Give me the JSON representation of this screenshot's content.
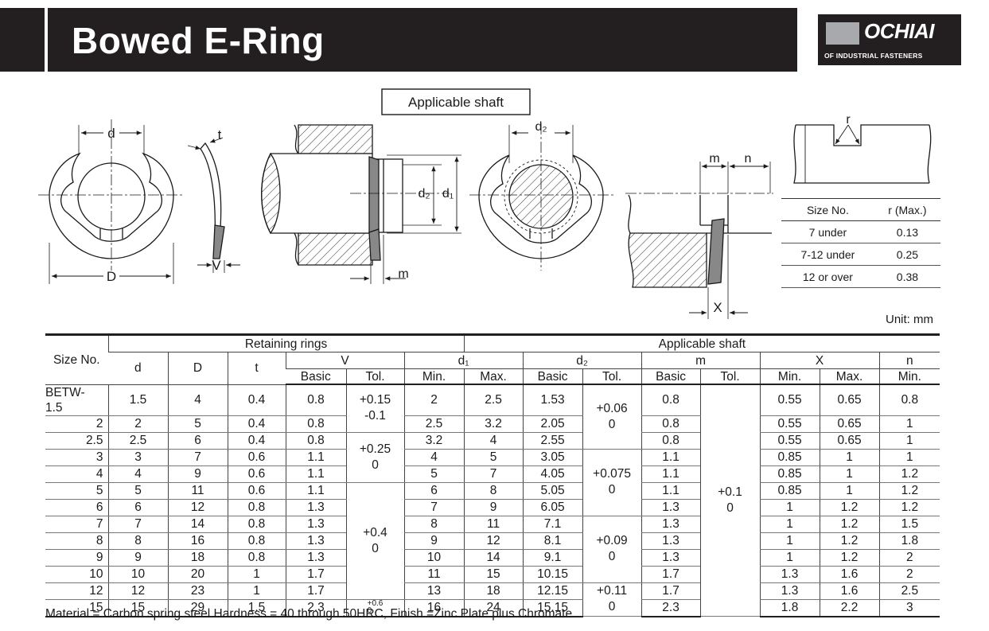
{
  "header": {
    "title": "Bowed E-Ring"
  },
  "logo": {
    "name": "OCHIAI",
    "tagline": "OF INDUSTRIAL FASTENERS"
  },
  "diagram": {
    "box_label": "Applicable shaft",
    "labels": {
      "d": "d",
      "D": "D",
      "t": "t",
      "V": "V",
      "d1": "d₁",
      "d2": "d₂",
      "m": "m",
      "n": "n",
      "X": "X",
      "r": "r"
    }
  },
  "r_table": {
    "headers": [
      "Size No.",
      "r (Max.)"
    ],
    "rows": [
      [
        "7 under",
        "0.13"
      ],
      [
        "7-12 under",
        "0.25"
      ],
      [
        "12 or over",
        "0.38"
      ]
    ]
  },
  "unit": "Unit: mm",
  "table": {
    "h_size": "Size No.",
    "h_retaining": "Retaining rings",
    "h_applicable": "Applicable shaft",
    "h_d": "d",
    "h_D": "D",
    "h_t": "t",
    "h_V": "V",
    "h_d1": "d₁",
    "h_d2": "d₂",
    "h_m": "m",
    "h_X": "X",
    "h_n": "n",
    "basic": "Basic",
    "tol": "Tol.",
    "min": "Min.",
    "max": "Max.",
    "rows": [
      {
        "size": "BETW- 1.5",
        "d": "1.5",
        "D": "4",
        "t": "0.4",
        "v": "0.8",
        "d1min": "2",
        "d1max": "2.5",
        "d2": "1.53",
        "m": "0.8",
        "xmin": "0.55",
        "xmax": "0.65",
        "n": "0.8"
      },
      {
        "size": "2",
        "d": "2",
        "D": "5",
        "t": "0.4",
        "v": "0.8",
        "d1min": "2.5",
        "d1max": "3.2",
        "d2": "2.05",
        "m": "0.8",
        "xmin": "0.55",
        "xmax": "0.65",
        "n": "1"
      },
      {
        "size": "2.5",
        "d": "2.5",
        "D": "6",
        "t": "0.4",
        "v": "0.8",
        "d1min": "3.2",
        "d1max": "4",
        "d2": "2.55",
        "m": "0.8",
        "xmin": "0.55",
        "xmax": "0.65",
        "n": "1"
      },
      {
        "size": "3",
        "d": "3",
        "D": "7",
        "t": "0.6",
        "v": "1.1",
        "d1min": "4",
        "d1max": "5",
        "d2": "3.05",
        "m": "1.1",
        "xmin": "0.85",
        "xmax": "1",
        "n": "1"
      },
      {
        "size": "4",
        "d": "4",
        "D": "9",
        "t": "0.6",
        "v": "1.1",
        "d1min": "5",
        "d1max": "7",
        "d2": "4.05",
        "m": "1.1",
        "xmin": "0.85",
        "xmax": "1",
        "n": "1.2"
      },
      {
        "size": "5",
        "d": "5",
        "D": "11",
        "t": "0.6",
        "v": "1.1",
        "d1min": "6",
        "d1max": "8",
        "d2": "5.05",
        "m": "1.1",
        "xmin": "0.85",
        "xmax": "1",
        "n": "1.2"
      },
      {
        "size": "6",
        "d": "6",
        "D": "12",
        "t": "0.8",
        "v": "1.3",
        "d1min": "7",
        "d1max": "9",
        "d2": "6.05",
        "m": "1.3",
        "xmin": "1",
        "xmax": "1.2",
        "n": "1.2"
      },
      {
        "size": "7",
        "d": "7",
        "D": "14",
        "t": "0.8",
        "v": "1.3",
        "d1min": "8",
        "d1max": "11",
        "d2": "7.1",
        "m": "1.3",
        "xmin": "1",
        "xmax": "1.2",
        "n": "1.5"
      },
      {
        "size": "8",
        "d": "8",
        "D": "16",
        "t": "0.8",
        "v": "1.3",
        "d1min": "9",
        "d1max": "12",
        "d2": "8.1",
        "m": "1.3",
        "xmin": "1",
        "xmax": "1.2",
        "n": "1.8"
      },
      {
        "size": "9",
        "d": "9",
        "D": "18",
        "t": "0.8",
        "v": "1.3",
        "d1min": "10",
        "d1max": "14",
        "d2": "9.1",
        "m": "1.3",
        "xmin": "1",
        "xmax": "1.2",
        "n": "2"
      },
      {
        "size": "10",
        "d": "10",
        "D": "20",
        "t": "1",
        "v": "1.7",
        "d1min": "11",
        "d1max": "15",
        "d2": "10.15",
        "m": "1.7",
        "xmin": "1.3",
        "xmax": "1.6",
        "n": "2"
      },
      {
        "size": "12",
        "d": "12",
        "D": "23",
        "t": "1",
        "v": "1.7",
        "d1min": "13",
        "d1max": "18",
        "d2": "12.15",
        "m": "1.7",
        "xmin": "1.3",
        "xmax": "1.6",
        "n": "2.5"
      },
      {
        "size": "15",
        "d": "15",
        "D": "29",
        "t": "1.5",
        "v": "2.3",
        "d1min": "16",
        "d1max": "24",
        "d2": "15.15",
        "m": "2.3",
        "xmin": "1.8",
        "xmax": "2.2",
        "n": "3"
      }
    ],
    "v_tol": [
      {
        "rows": 2,
        "plus": "+0.15",
        "minus": "-0.1"
      },
      {
        "rows": 3,
        "plus": "+0.25",
        "minus": "0"
      },
      {
        "rows": 7,
        "plus": "+0.4",
        "minus": "0"
      },
      {
        "rows": 1,
        "plus": "+0.6",
        "minus": "0"
      }
    ],
    "d2_tol": [
      {
        "rows": 3,
        "plus": "+0.06",
        "minus": "0"
      },
      {
        "rows": 4,
        "plus": "+0.075",
        "minus": "0"
      },
      {
        "rows": 4,
        "plus": "+0.09",
        "minus": "0"
      },
      {
        "rows": 2,
        "plus": "+0.11",
        "minus": "0"
      }
    ],
    "m_tol": {
      "plus": "+0.1",
      "minus": "0"
    }
  },
  "footer": "Material = Carbon spring steel   Hardness = 40 through 50HRC, Finish =Zinc Plate plus Chromate"
}
